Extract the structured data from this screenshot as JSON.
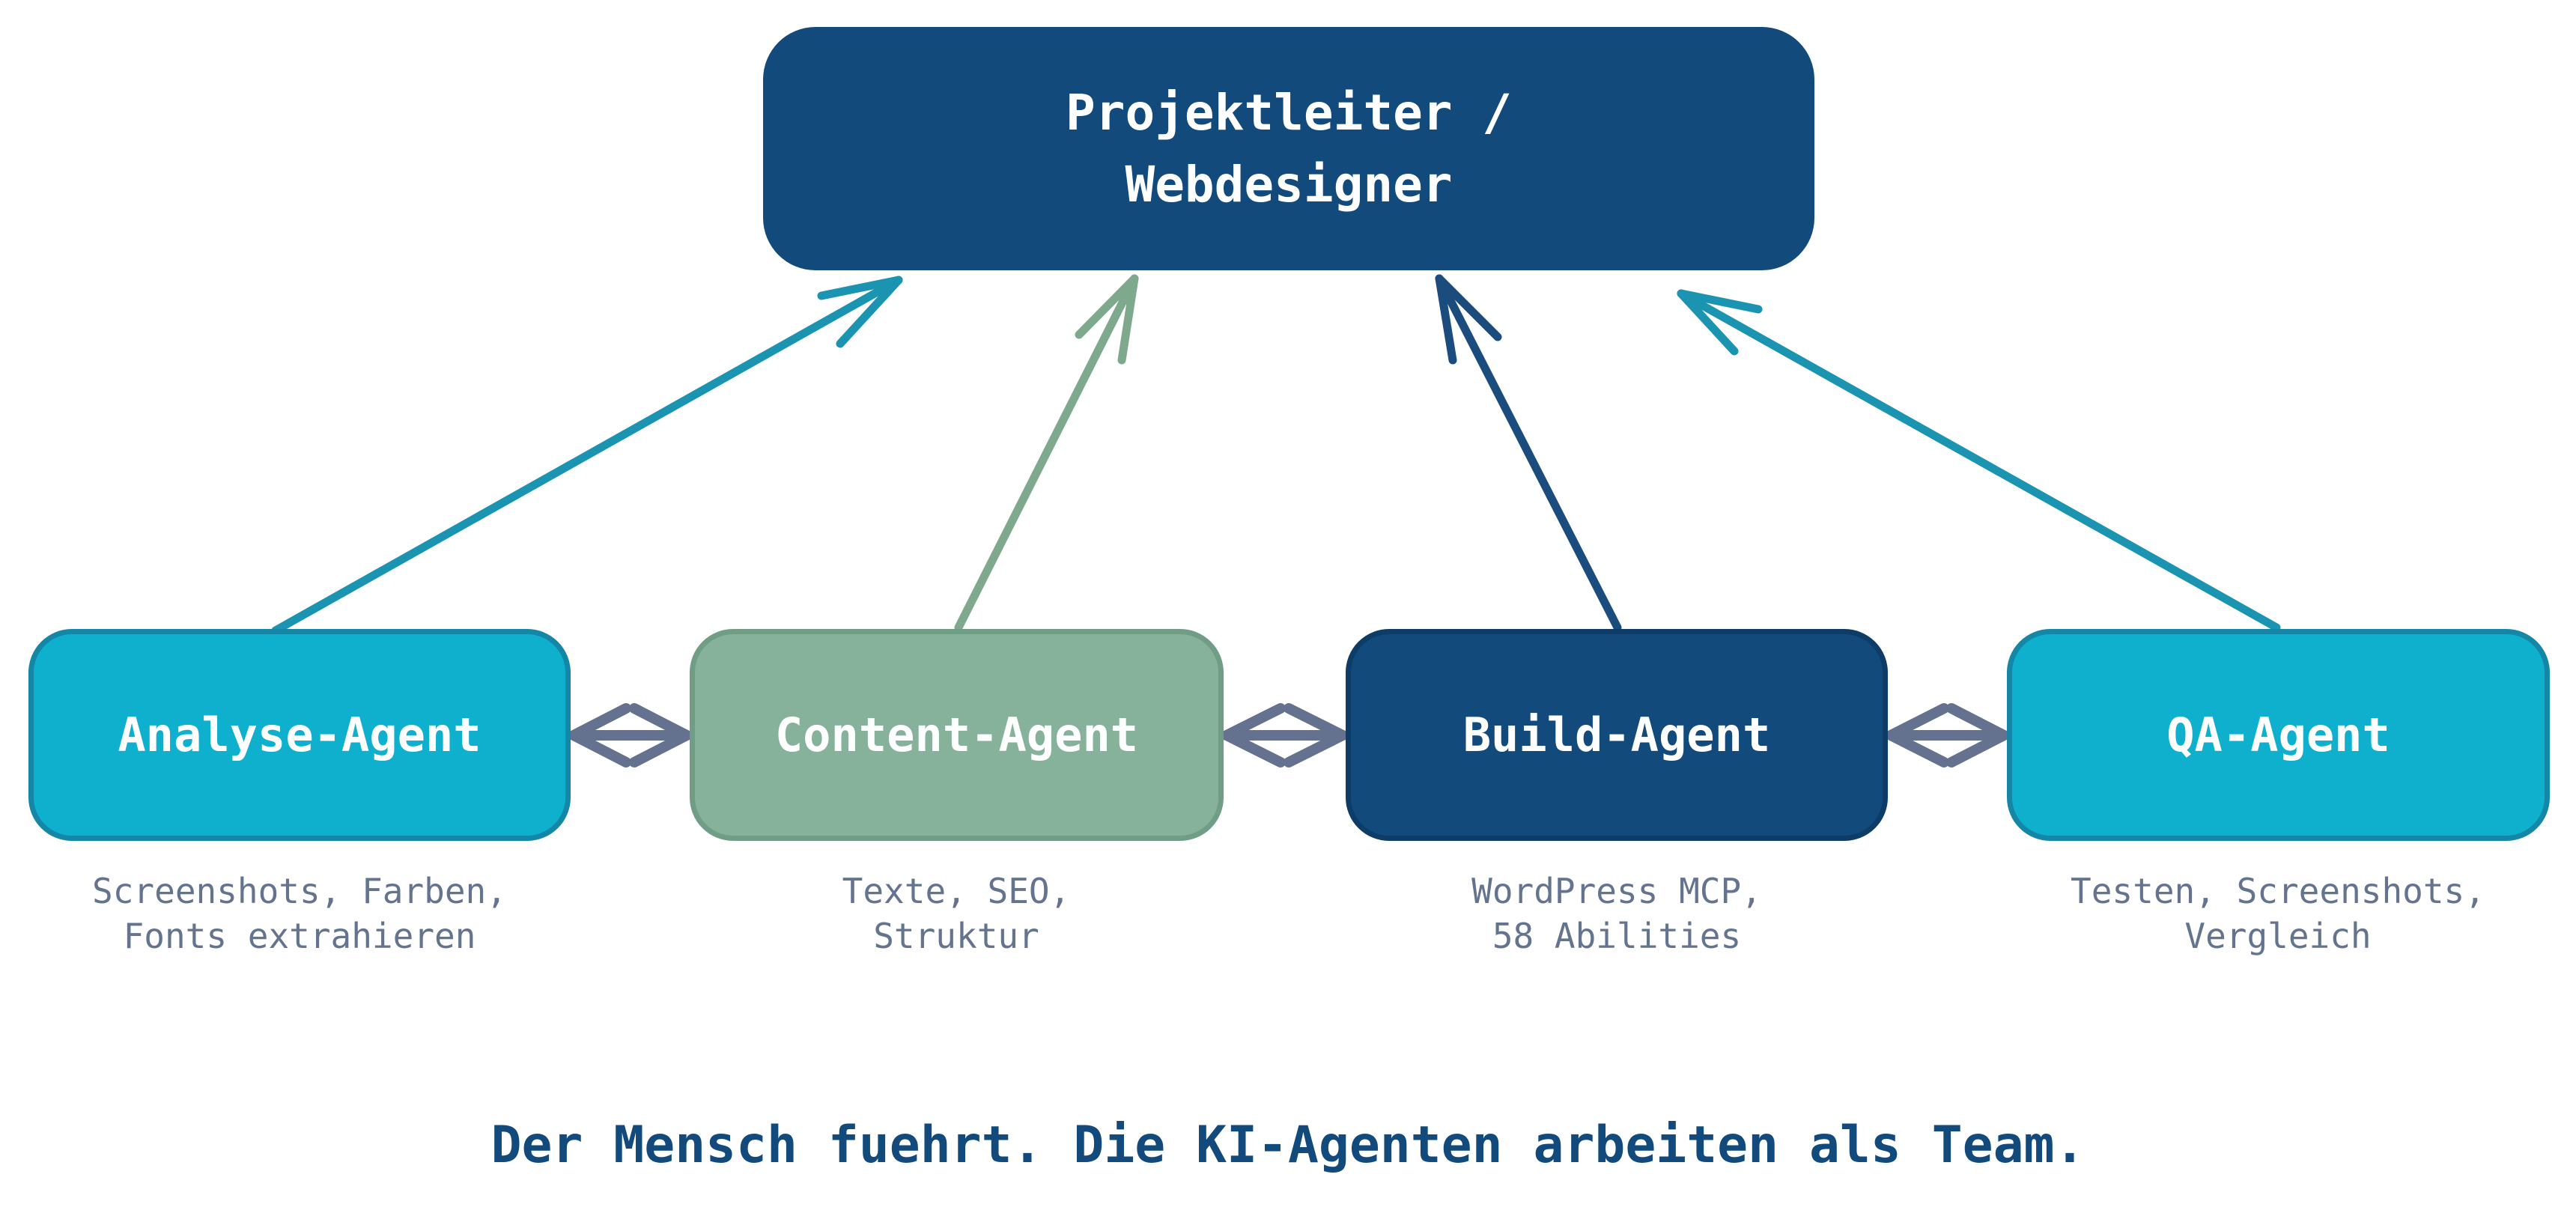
{
  "diagram": {
    "title": {
      "label": "Projektleiter /\nWebdesigner",
      "fill": "#124a7c",
      "text_color": "#ffffff"
    },
    "agents": [
      {
        "id": "analyse",
        "label": "Analyse-Agent",
        "caption": "Screenshots, Farben,\nFonts extrahieren",
        "fill": "#0fb0ce",
        "border": "#1486a6",
        "text_color": "#ffffff",
        "arrow_color": "#1a94b0"
      },
      {
        "id": "content",
        "label": "Content-Agent",
        "caption": "Texte, SEO,\nStruktur",
        "fill": "#86b29c",
        "border": "#6f9d85",
        "text_color": "#ffffff",
        "arrow_color": "#7fa98d"
      },
      {
        "id": "build",
        "label": "Build-Agent",
        "caption": "WordPress MCP,\n58 Abilities",
        "fill": "#124a7c",
        "border": "#0d3c66",
        "text_color": "#ffffff",
        "arrow_color": "#1b4c7e"
      },
      {
        "id": "qa",
        "label": "QA-Agent",
        "caption": "Testen, Screenshots,\nVergleich",
        "fill": "#0fb0ce",
        "border": "#1486a6",
        "text_color": "#ffffff",
        "arrow_color": "#1a94b0"
      }
    ],
    "tagline": "Der Mensch fuehrt. Die KI-Agenten arbeiten als Team.",
    "colors": {
      "background": "#ffffff",
      "connector": "#64718f",
      "caption_text": "#64748f",
      "tagline_text": "#124a7c"
    }
  }
}
